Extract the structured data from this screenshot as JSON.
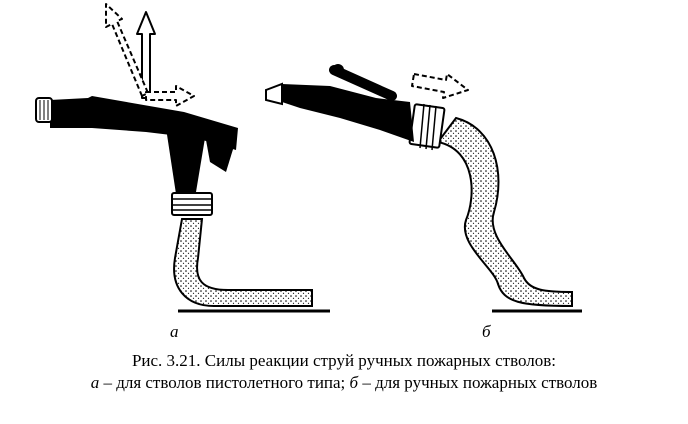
{
  "figure": {
    "label_a": "а",
    "label_b": "б",
    "caption": {
      "line1": "Рис. 3.21. Силы реакции струй ручных пожарных стволов:",
      "line2": {
        "a_letter": "а",
        "a_text": " – для стволов пистолетного типа; ",
        "b_letter": "б",
        "b_text": " – для ручных пожарных стволов"
      }
    }
  },
  "colors": {
    "ink": "#000000",
    "paper": "#ffffff"
  }
}
